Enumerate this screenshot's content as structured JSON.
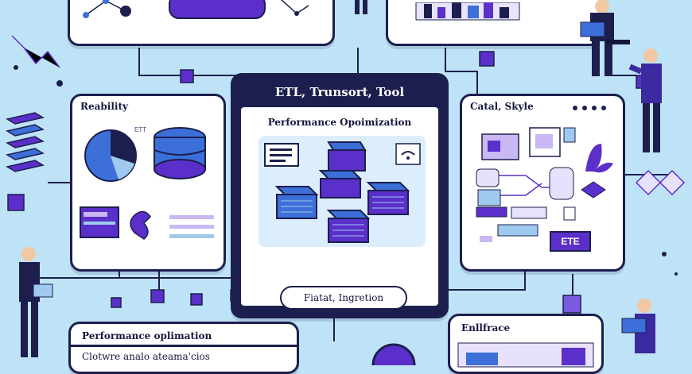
{
  "colors": {
    "background": "#bfe3f6",
    "navy": "#1c1f4e",
    "purple": "#5b2fc9",
    "blue": "#3c6fd8",
    "light_blue": "#9fc9ee",
    "lavender": "#c9b8f2"
  },
  "center_panel": {
    "title": "ETL, Trunsort, Tool",
    "subtitle": "Performance Opoimization",
    "footer_button": "Fiatat, Ingretion"
  },
  "left_panel": {
    "title": "Reability",
    "chart_label": "ETT"
  },
  "right_panel": {
    "title": "Catal, Skyle",
    "tag": "ETE"
  },
  "bottom_left_panel": {
    "title": "Performance oplimation",
    "body": "Clotwre analo ateama'cios"
  },
  "bottom_right_panel": {
    "title": "Enllfrace"
  }
}
